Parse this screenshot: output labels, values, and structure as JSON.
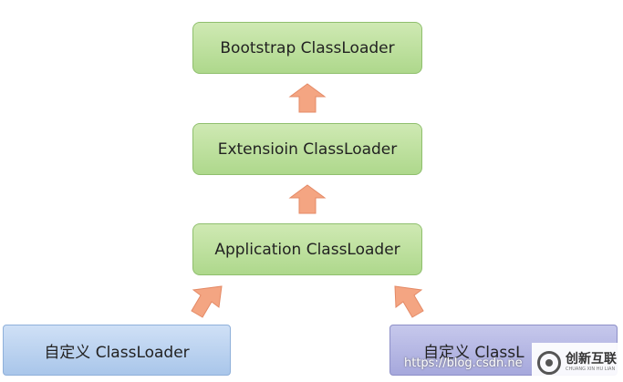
{
  "nodes": {
    "bootstrap": "Bootstrap ClassLoader",
    "extension": "Extensioin ClassLoader",
    "application": "Application ClassLoader",
    "custom_left": "自定义 ClassLoader",
    "custom_right": "自定义 ClassL"
  },
  "watermark": {
    "url": "https://blog.csdn.ne",
    "logo_cn": "创新互联",
    "logo_en": "CHUANG XIN HU LIAN"
  },
  "colors": {
    "green": "#aed88c",
    "blue": "#a9c6ea",
    "purple": "#a6a8dc",
    "arrow": "#f4a582"
  }
}
